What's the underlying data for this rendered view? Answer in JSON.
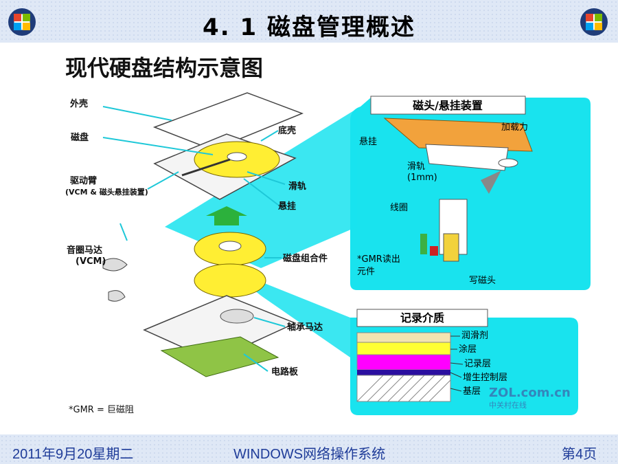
{
  "header": {
    "title": "4. 1    磁盘管理概述"
  },
  "footer": {
    "date": "2011年9月20星期二",
    "course": "WINDOWS网络操作系统",
    "page": "第4页"
  },
  "diagram": {
    "title": "现代硬盘结构示意图",
    "labels": {
      "shell": "外壳",
      "platter": "磁盘",
      "drive_arm": "驱动臂",
      "drive_arm_sub": "(VCM & 磁头悬挂装置)",
      "base": "底壳",
      "slider": "滑轨",
      "suspension": "悬挂",
      "vcm": "音圈马达",
      "vcm_sub": "(VCM)",
      "disk_assembly": "磁盘组合件",
      "spindle_motor": "轴承马达",
      "circuit_board": "电路板",
      "gmr_note": "*GMR = 巨磁阻"
    },
    "head_panel": {
      "title": "磁头/悬挂装置",
      "load": "加载力",
      "suspension": "悬挂",
      "slider": "滑轨",
      "slider_size": "(1mm)",
      "coil": "线圈",
      "gmr_read": "*GMR读出",
      "element": "元件",
      "write_head": "写磁头"
    },
    "media_panel": {
      "title": "记录介质",
      "layers": [
        "润滑剂",
        "涂层",
        "记录层",
        "增生控制层",
        "基层"
      ],
      "layer_colors": [
        "#f3e4b0",
        "#ffff33",
        "#ff00ff",
        "#2b0fa0",
        "#ffffff"
      ],
      "watermark": "ZOL.com.cn",
      "watermark_sub": "中关村在线"
    }
  }
}
